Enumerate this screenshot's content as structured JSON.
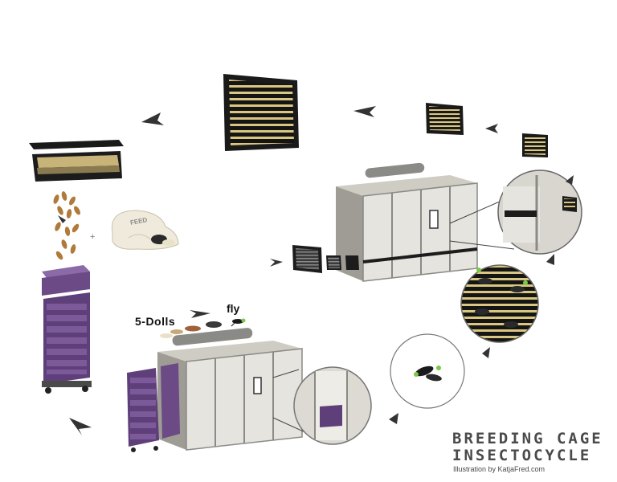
{
  "labels": {
    "dolls": "5-Dolls",
    "fly": "fly",
    "feed": "FEED",
    "plus": "+"
  },
  "title": {
    "line1": "BREEDING CAGE",
    "line2": "INSECTOCYCLE",
    "credit": "Illustration by KatjaFred.com"
  },
  "colors": {
    "crate_purple": "#6b4a86",
    "cage_grey": "#b9b7af",
    "frame_dark": "#1c1c1c",
    "straw": "#d8c07a",
    "fly_green": "#7ac943",
    "arrow": "#333333"
  }
}
